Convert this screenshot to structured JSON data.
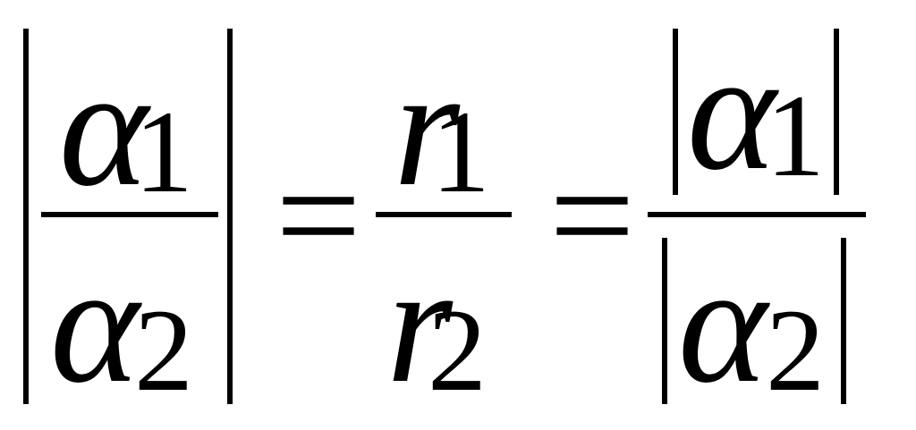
{
  "formula": {
    "term1": {
      "numerator": {
        "symbol": "α",
        "subscript": "1"
      },
      "denominator": {
        "symbol": "α",
        "subscript": "2"
      }
    },
    "equals_1": "=",
    "term2": {
      "numerator": {
        "symbol": "r",
        "subscript": "1"
      },
      "denominator": {
        "symbol": "r",
        "subscript": "2"
      }
    },
    "equals_2": "=",
    "term3": {
      "numerator": {
        "symbol": "α",
        "subscript": "1"
      },
      "denominator": {
        "symbol": "α",
        "subscript": "2"
      }
    }
  }
}
